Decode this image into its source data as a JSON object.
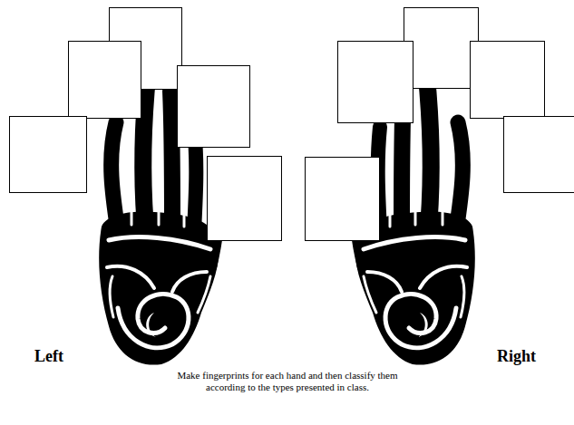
{
  "diagram": {
    "labels": [
      "Left",
      "Right",
      "Make fingerprints for each hand and then classify them according to the types presented in class."
    ]
  }
}
